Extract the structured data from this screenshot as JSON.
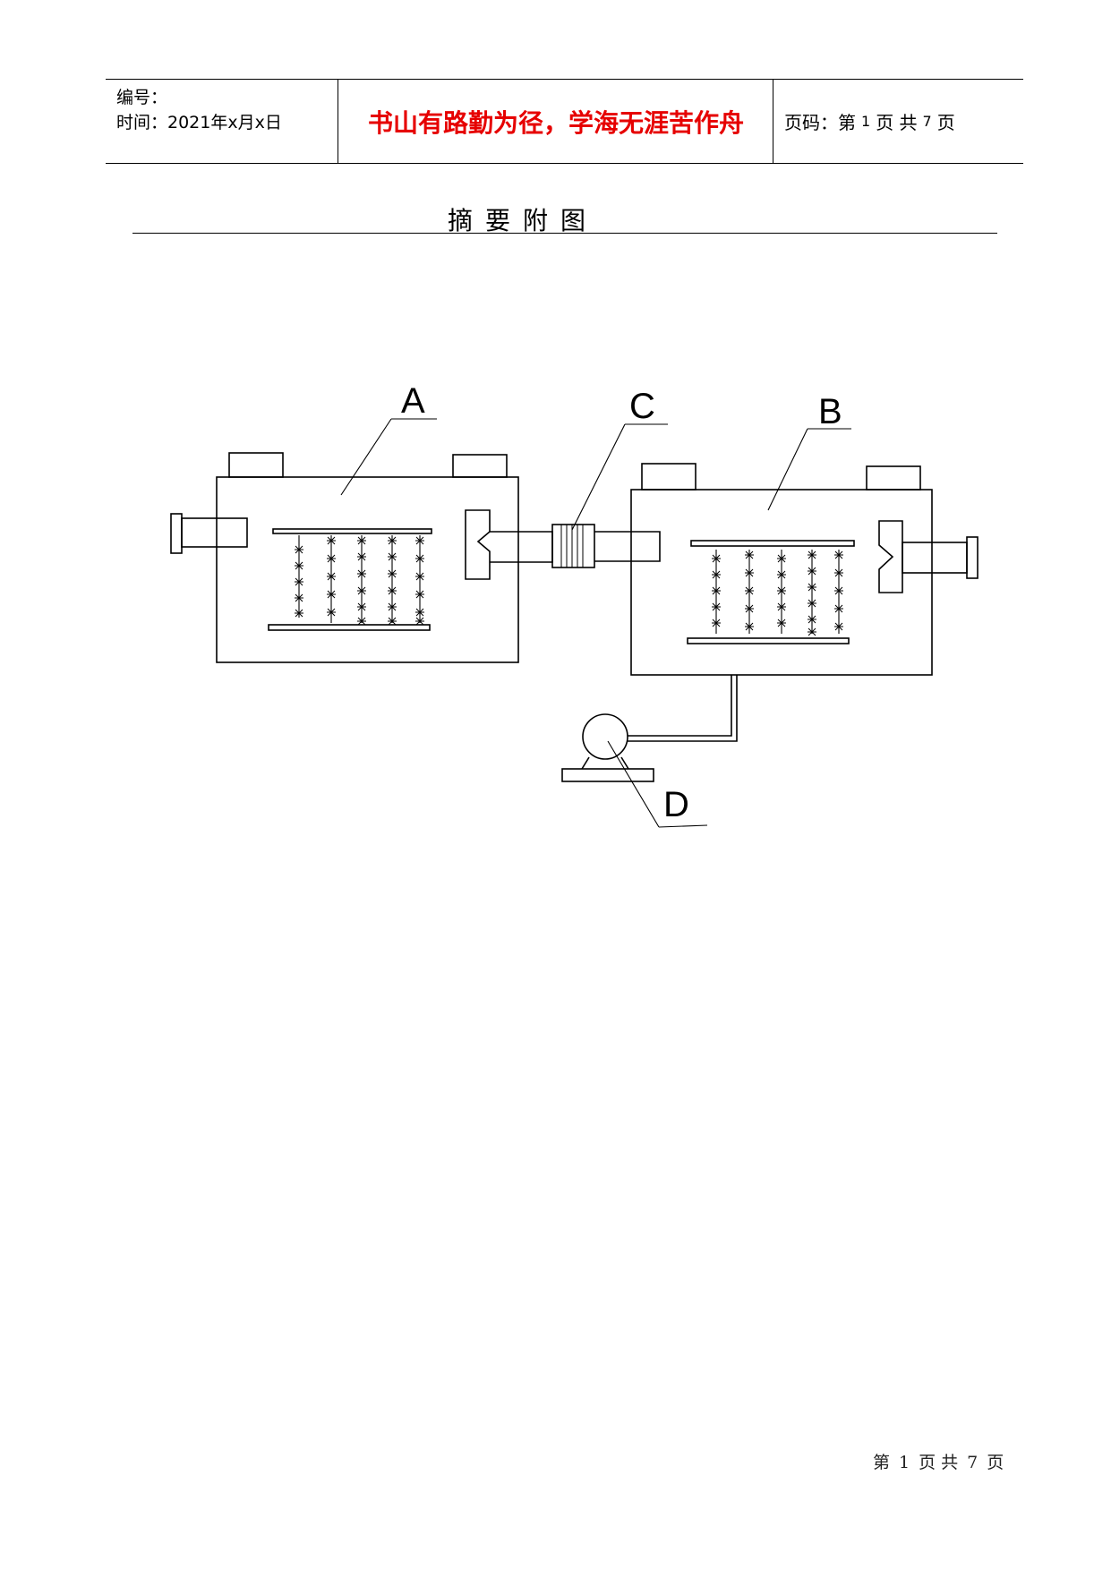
{
  "header": {
    "number_label": "编号：",
    "date_label": "时间：2021年x月x日",
    "motto": "书山有路勤为径，学海无涯苦作舟",
    "page_label": "页码：第",
    "page_current": "1",
    "page_mid": "页  共",
    "page_total": "7",
    "page_suffix": "页"
  },
  "title": "摘要附图",
  "figure": {
    "label_a": "A",
    "label_b": "B",
    "label_c": "C",
    "label_d": "D"
  },
  "footer": {
    "prefix": "第",
    "current": "1",
    "mid": "页 共",
    "total": "7",
    "suffix": "页"
  }
}
